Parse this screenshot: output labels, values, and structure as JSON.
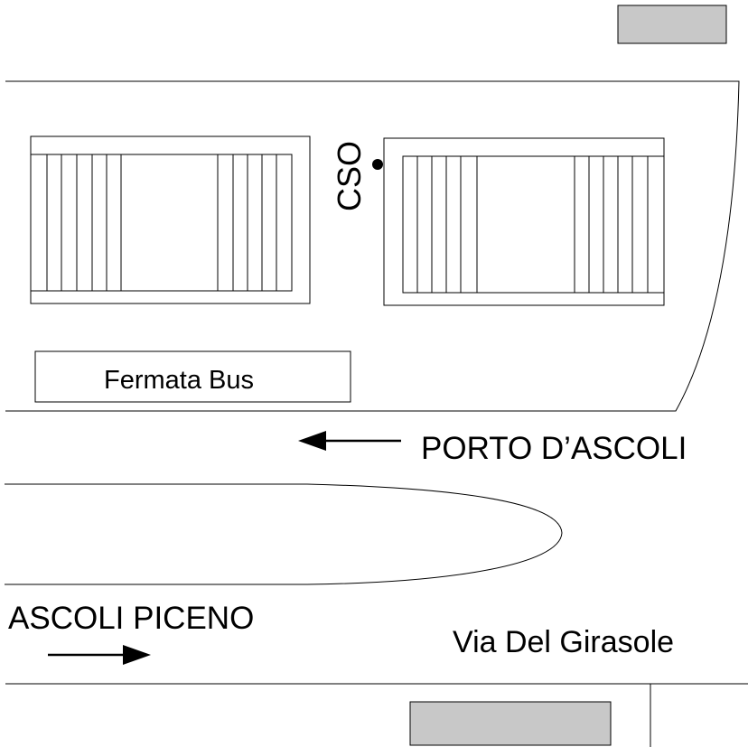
{
  "labels": {
    "cso": "CSO",
    "bus_stop": "Fermata Bus",
    "direction_porto": "PORTO  D’ASCOLI",
    "direction_ascoli": "ASCOLI PICENO",
    "street": "Via Del Girasole"
  },
  "colors": {
    "line": "#000000",
    "grey_block": "#c8c8c8",
    "background": "#ffffff"
  }
}
